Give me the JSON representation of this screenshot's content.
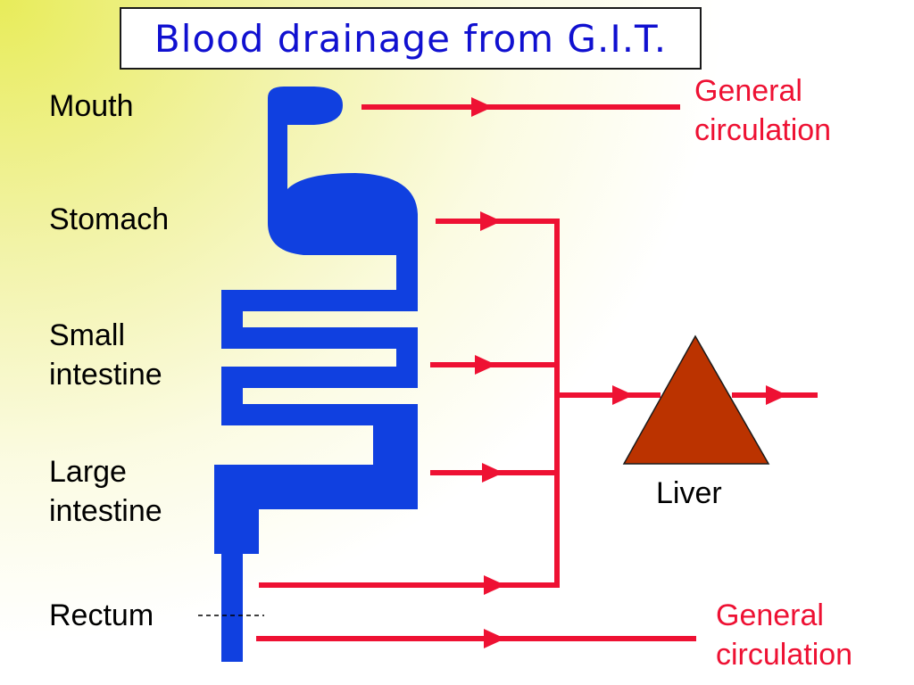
{
  "title": "Blood drainage from G.I.T.",
  "organs": {
    "mouth": "Mouth",
    "stomach": "Stomach",
    "small_intestine_1": "Small",
    "small_intestine_2": "intestine",
    "large_intestine_1": "Large",
    "large_intestine_2": "intestine",
    "rectum": "Rectum"
  },
  "liver_label": "Liver",
  "general_circulation_top": {
    "line1": "General",
    "line2": "circulation"
  },
  "general_circulation_bottom": {
    "line1": "General",
    "line2": "circulation"
  },
  "colors": {
    "gut": "#1040e0",
    "vessel": "#ee1133",
    "liver": "#bb3300",
    "title": "#1010d0"
  }
}
